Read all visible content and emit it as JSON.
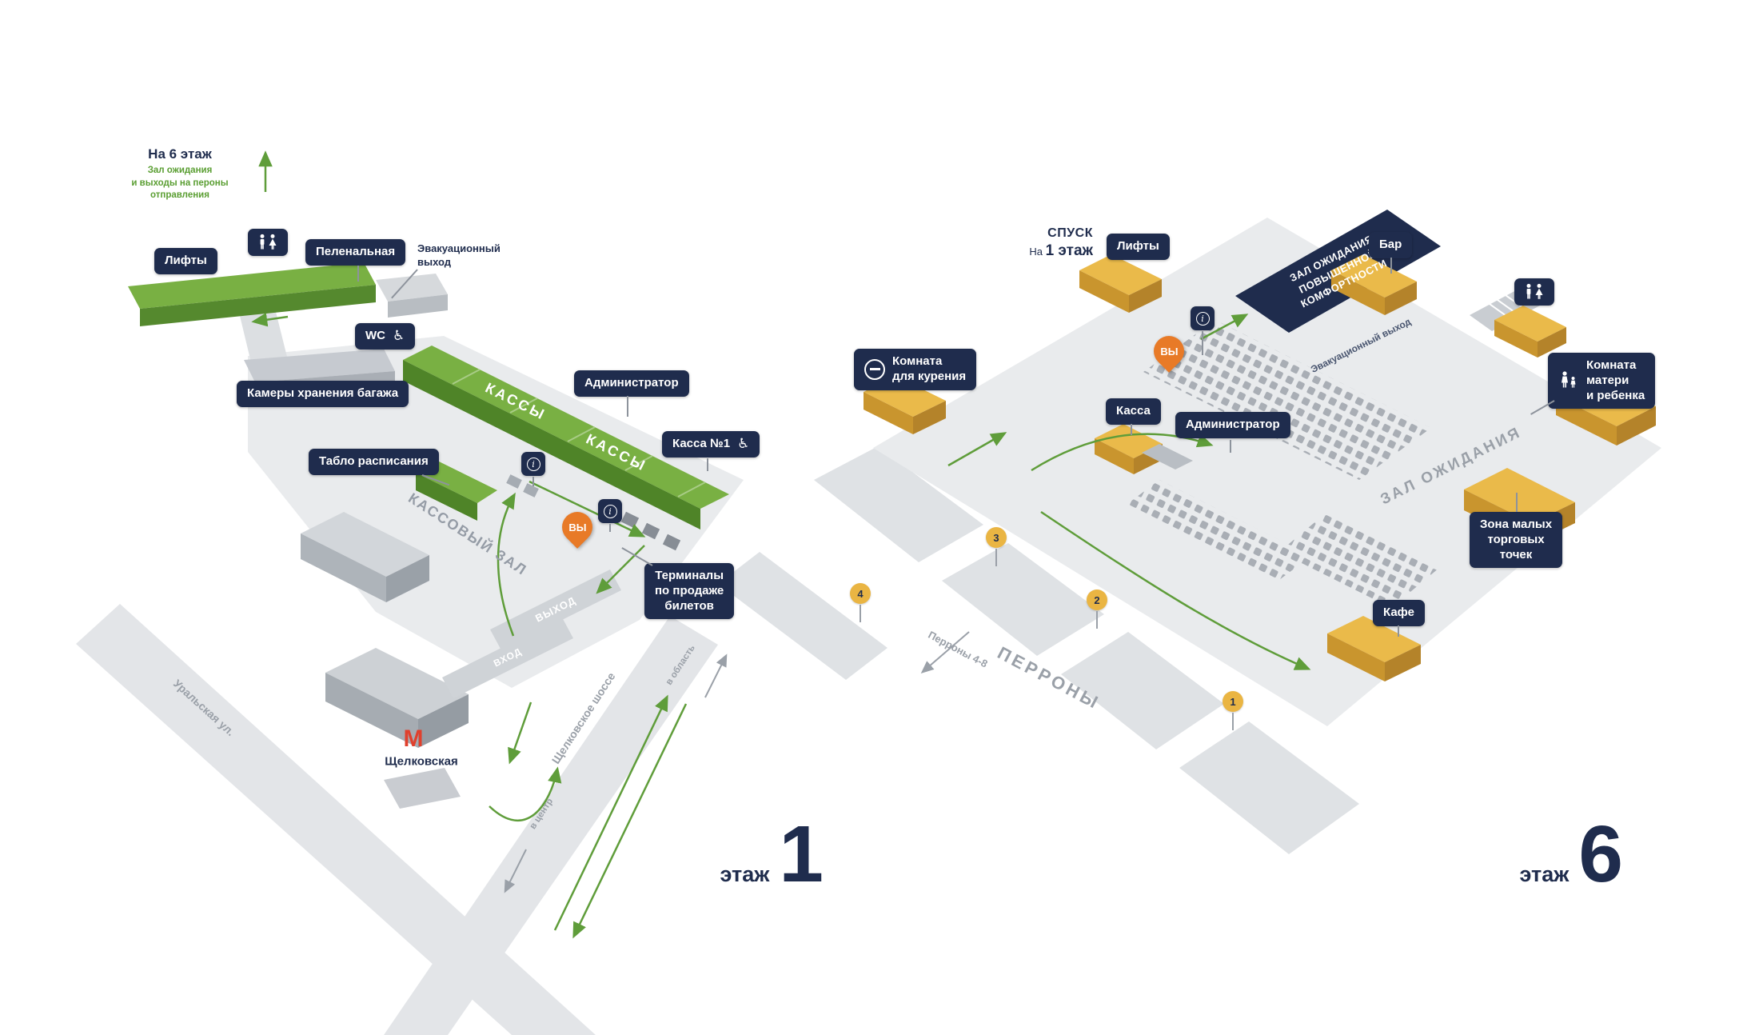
{
  "colors": {
    "navy": "#1f2c4d",
    "building_green": "#79b043",
    "building_green_dark": "#4f8428",
    "route_green": "#5f9d3a",
    "kiosk_yellow": "#eaba4a",
    "pin_orange": "#e87a27",
    "metro_red": "#e0402d",
    "floor_gray": "#e9ebed",
    "label_gray": "#9aa0a8"
  },
  "icons": {
    "info_letter": "i",
    "wheelchair": "♿"
  },
  "floor1": {
    "to_floor6": {
      "title": "На 6 этаж",
      "subtitle": "Зал ожидания\nи выходы на пероны\nотправления"
    },
    "badges": {
      "lifts": "Лифты",
      "changing_room": "Пеленальная",
      "wc_text": "WC",
      "luggage": "Камеры хранения багажа",
      "admin": "Администратор",
      "kassa_no1": "Касса №1",
      "timetable": "Табло расписания",
      "terminals": "Терминалы\nпо продаже\nбилетов"
    },
    "texts": {
      "evac_exit": "Эвакуационный\nвыход",
      "kassy": "КАССЫ",
      "kassa_hall": "КАССОВЫЙ ЗАЛ",
      "exit": "ВЫХОД",
      "entrance": "ВХОД",
      "you": "ВЫ",
      "street_uralskaya": "Уральская ул.",
      "street_shchelkovskoe": "Щелковское шоссе",
      "to_region": "в область",
      "to_center": "в центр",
      "metro_letter": "М",
      "metro_station": "Щелковская"
    },
    "floor_word": "этаж",
    "floor_number": "1"
  },
  "floor6": {
    "descend": {
      "line1": "СПУСК",
      "prefix": "На",
      "floor": "1 этаж"
    },
    "badges": {
      "lifts": "Лифты",
      "bar": "Бар",
      "smoking_room": "Комната\nдля курения",
      "kassa": "Касса",
      "admin": "Администратор",
      "mother_child": "Комната\nматери\nи ребенка",
      "small_retail": "Зона малых\nторговых\nточек",
      "cafe": "Кафе"
    },
    "texts": {
      "comfort_hall": "ЗАЛ ОЖИДАНИЯ\nПОВЫШЕННОЙ\nКОМФОРТНОСТИ",
      "evac_exit": "Эвакуационный выход",
      "waiting_hall": "ЗАЛ ОЖИДАНИЯ",
      "perrony": "ПЕРРОНЫ",
      "perrony_range": "Перроны 4-8",
      "you": "ВЫ"
    },
    "platforms": [
      "1",
      "2",
      "3",
      "4"
    ],
    "floor_word": "этаж",
    "floor_number": "6"
  }
}
